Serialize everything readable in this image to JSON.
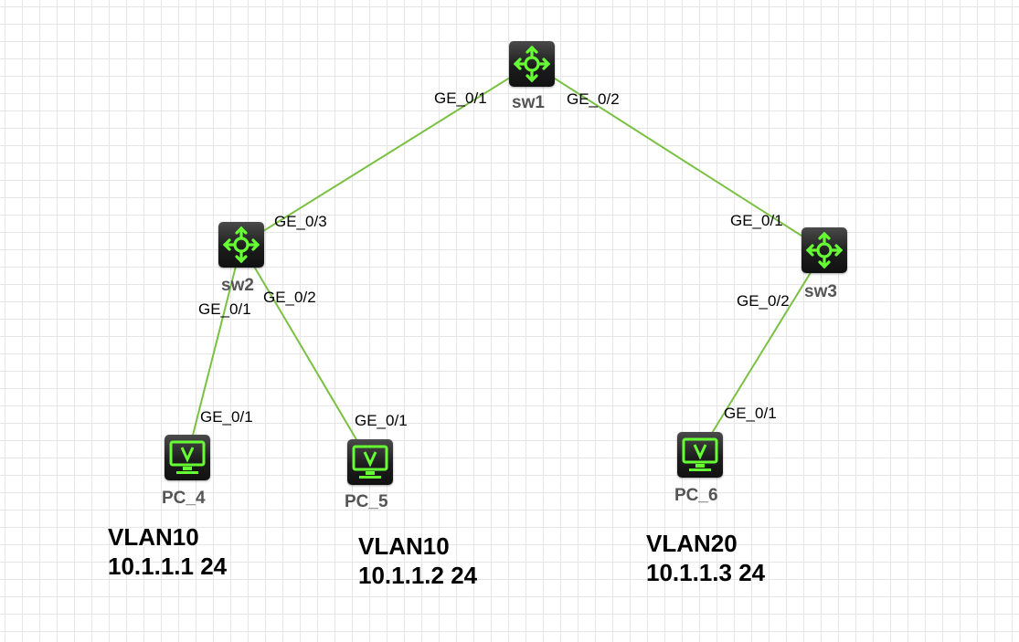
{
  "devices": {
    "sw1": {
      "name": "sw1",
      "icon": "router-switch-icon"
    },
    "sw2": {
      "name": "sw2",
      "icon": "router-switch-icon"
    },
    "sw3": {
      "name": "sw3",
      "icon": "router-switch-icon"
    },
    "pc4": {
      "name": "PC_4",
      "icon": "pc-monitor-icon"
    },
    "pc5": {
      "name": "PC_5",
      "icon": "pc-monitor-icon"
    },
    "pc6": {
      "name": "PC_6",
      "icon": "pc-monitor-icon"
    }
  },
  "links": [
    {
      "from": "sw1",
      "to": "sw2",
      "from_port": "GE_0/1",
      "to_port": "GE_0/3"
    },
    {
      "from": "sw1",
      "to": "sw3",
      "from_port": "GE_0/2",
      "to_port": "GE_0/1"
    },
    {
      "from": "sw2",
      "to": "pc4",
      "from_port": "GE_0/1",
      "to_port": "GE_0/1"
    },
    {
      "from": "sw2",
      "to": "pc5",
      "from_port": "GE_0/2",
      "to_port": "GE_0/1"
    },
    {
      "from": "sw3",
      "to": "pc6",
      "from_port": "GE_0/2",
      "to_port": "GE_0/1"
    }
  ],
  "notes": {
    "pc4": {
      "vlan": "VLAN10",
      "ip": "10.1.1.1 24"
    },
    "pc5": {
      "vlan": "VLAN10",
      "ip": "10.1.1.2 24"
    },
    "pc6": {
      "vlan": "VLAN20",
      "ip": "10.1.1.3 24"
    }
  },
  "colors": {
    "link": "#7ac143",
    "icon_accent": "#66ff33",
    "device_body": "#222222",
    "label": "#555555"
  }
}
